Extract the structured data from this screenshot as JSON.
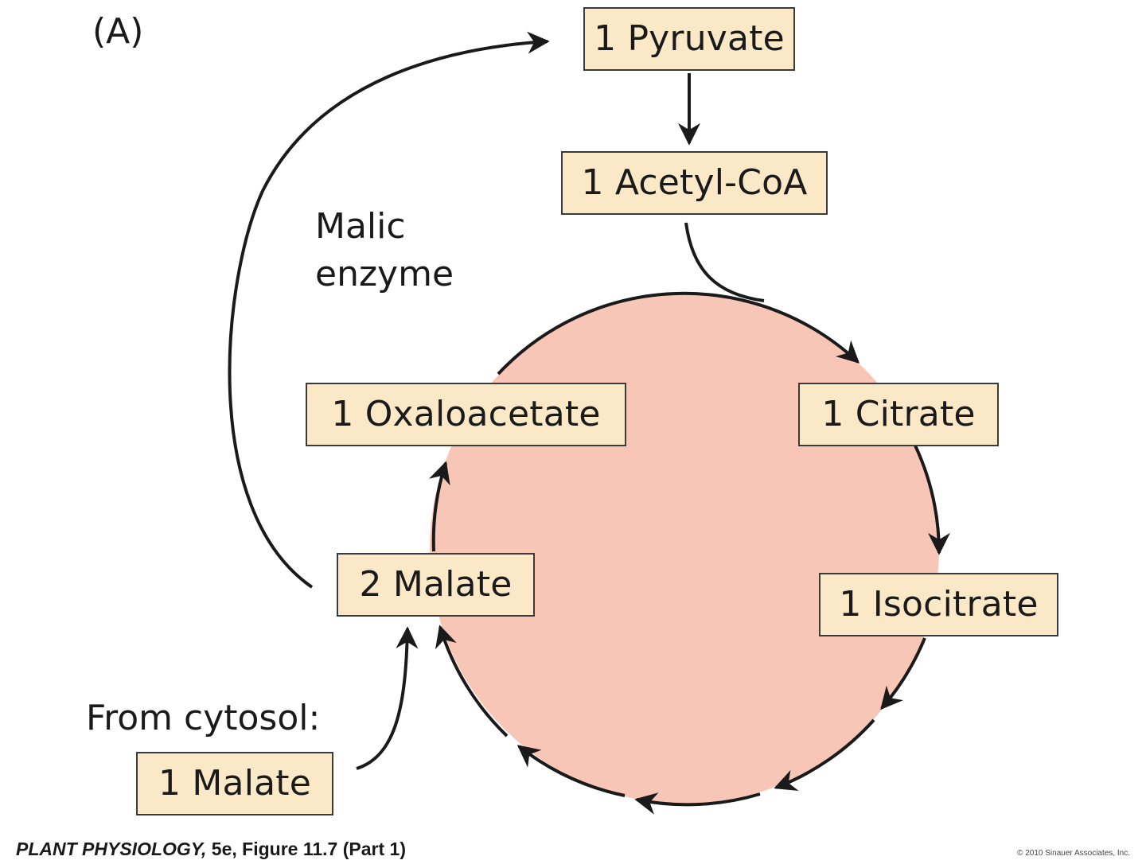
{
  "panel_label": "(A)",
  "nodes": {
    "pyruvate": "1 Pyruvate",
    "acetyl_coa": "1 Acetyl-CoA",
    "oxaloacetate": "1 Oxaloacetate",
    "citrate": "1 Citrate",
    "malate_2": "2 Malate",
    "isocitrate": "1 Isocitrate",
    "malate_1": "1 Malate"
  },
  "labels": {
    "malic_enzyme_line1": "Malic",
    "malic_enzyme_line2": "enzyme",
    "from_cytosol": "From cytosol:"
  },
  "caption": {
    "book": "PLANT PHYSIOLOGY,",
    "rest": " 5e, Figure 11.7 (Part 1)"
  },
  "copyright": "© 2010 Sinauer Associates, Inc.",
  "colors": {
    "cycle_fill": "#f8c6b6",
    "box_fill": "#fbe8c6",
    "stroke": "#1a1a1a"
  }
}
